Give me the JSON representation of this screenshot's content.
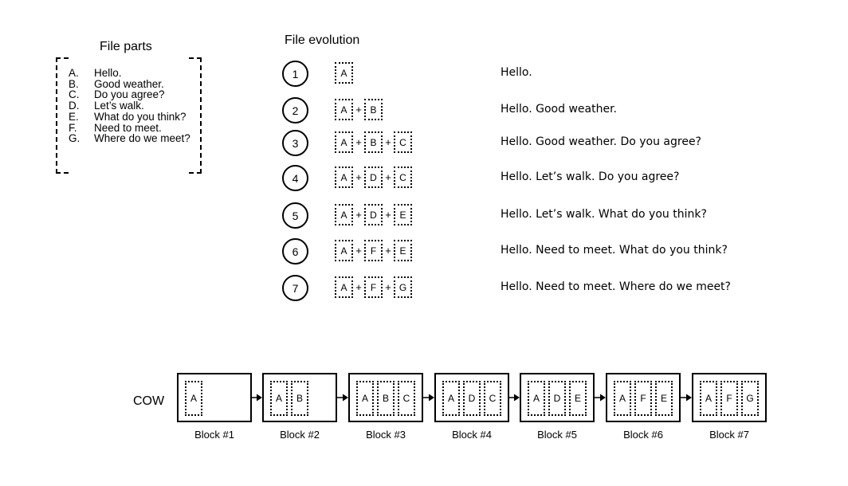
{
  "file_parts": {
    "title": "File parts",
    "items": [
      {
        "letter": "A.",
        "text": "Hello."
      },
      {
        "letter": "B.",
        "text": "Good weather."
      },
      {
        "letter": "C.",
        "text": "Do you agree?"
      },
      {
        "letter": "D.",
        "text": "Let’s walk."
      },
      {
        "letter": "E.",
        "text": "What do you think?"
      },
      {
        "letter": "F.",
        "text": "Need to meet."
      },
      {
        "letter": "G.",
        "text": "Where do we meet?"
      }
    ]
  },
  "file_evolution": {
    "title": "File evolution",
    "plus": "+",
    "steps": [
      {
        "num": "1",
        "parts": [
          "A"
        ],
        "text": "Hello."
      },
      {
        "num": "2",
        "parts": [
          "A",
          "B"
        ],
        "text": "Hello. Good weather."
      },
      {
        "num": "3",
        "parts": [
          "A",
          "B",
          "C"
        ],
        "text": "Hello. Good weather. Do you agree?"
      },
      {
        "num": "4",
        "parts": [
          "A",
          "D",
          "C"
        ],
        "text": "Hello. Let’s walk. Do you agree?"
      },
      {
        "num": "5",
        "parts": [
          "A",
          "D",
          "E"
        ],
        "text": "Hello. Let’s walk. What do you think?"
      },
      {
        "num": "6",
        "parts": [
          "A",
          "F",
          "E"
        ],
        "text": "Hello. Need to meet. What do you think?"
      },
      {
        "num": "7",
        "parts": [
          "A",
          "F",
          "G"
        ],
        "text": "Hello. Need to meet. Where do we meet?"
      }
    ]
  },
  "cow": {
    "label": "COW",
    "blocks": [
      {
        "label": "Block #1",
        "parts": [
          "A"
        ]
      },
      {
        "label": "Block #2",
        "parts": [
          "A",
          "B"
        ]
      },
      {
        "label": "Block #3",
        "parts": [
          "A",
          "B",
          "C"
        ]
      },
      {
        "label": "Block #4",
        "parts": [
          "A",
          "D",
          "C"
        ]
      },
      {
        "label": "Block #5",
        "parts": [
          "A",
          "D",
          "E"
        ]
      },
      {
        "label": "Block #6",
        "parts": [
          "A",
          "F",
          "E"
        ]
      },
      {
        "label": "Block #7",
        "parts": [
          "A",
          "F",
          "G"
        ]
      }
    ]
  }
}
